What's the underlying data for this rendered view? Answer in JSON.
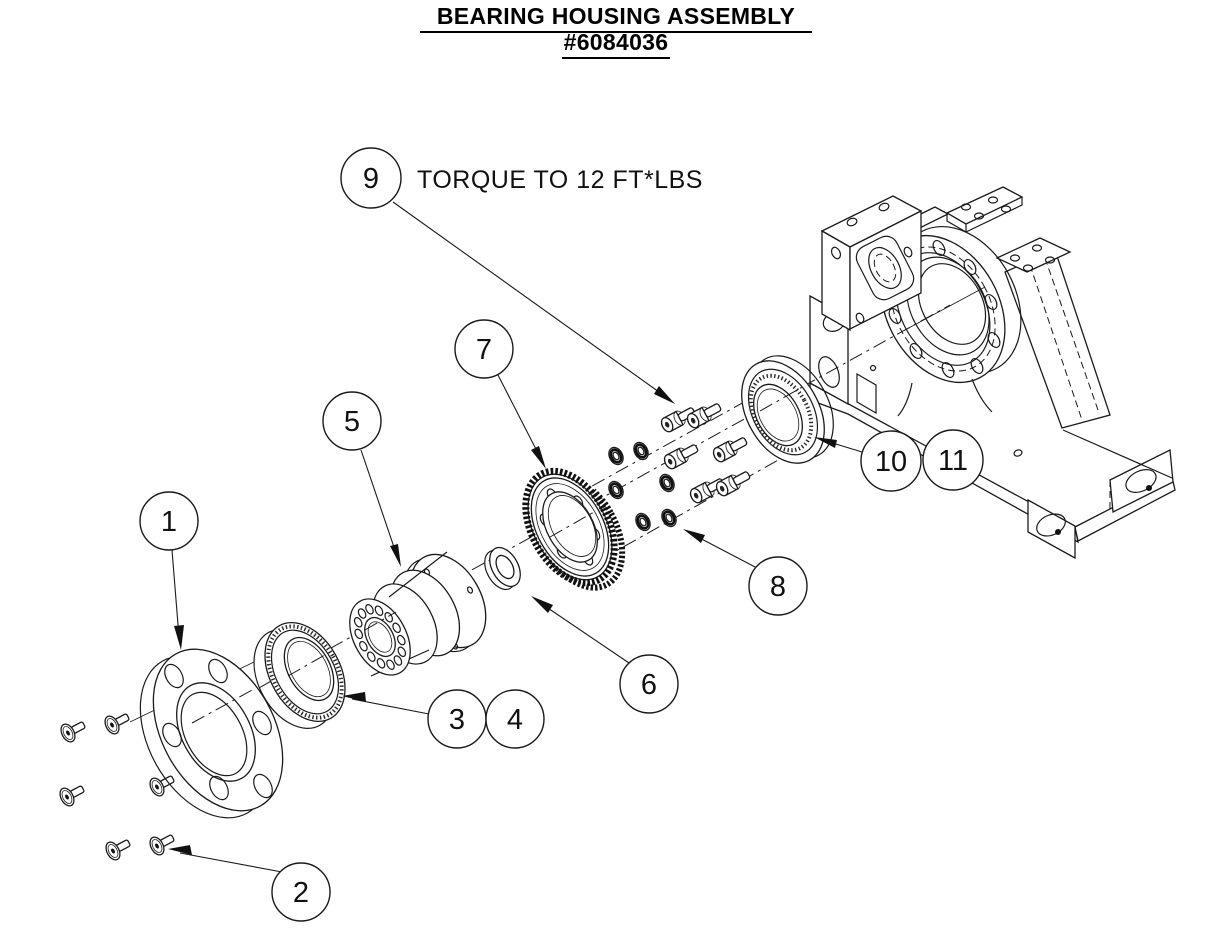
{
  "title": {
    "line1": "BEARING HOUSING ASSEMBLY",
    "line2": "#6084036"
  },
  "note": {
    "torque": "TORQUE TO 12 FT*LBS"
  },
  "balloons": [
    {
      "label": "1"
    },
    {
      "label": "2"
    },
    {
      "label": "3"
    },
    {
      "label": "4"
    },
    {
      "label": "5"
    },
    {
      "label": "6"
    },
    {
      "label": "7"
    },
    {
      "label": "8"
    },
    {
      "label": "9"
    },
    {
      "label": "10"
    },
    {
      "label": "11"
    }
  ],
  "colors": {
    "line": "#1a1a1a",
    "background": "#ffffff"
  }
}
